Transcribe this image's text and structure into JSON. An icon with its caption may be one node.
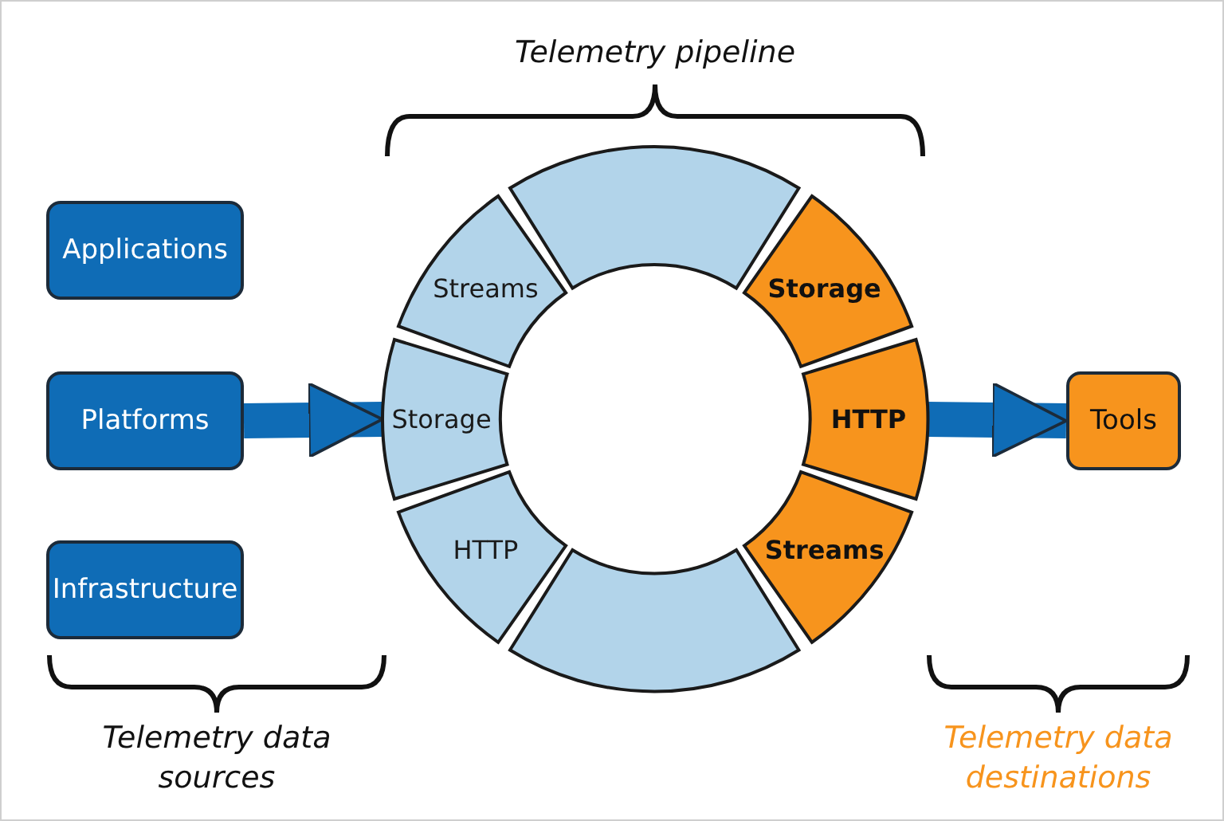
{
  "diagram": {
    "nodes": [
      {
        "text": [
          "Applications"
        ]
      },
      {
        "text": [
          "Platforms"
        ]
      },
      {
        "text": [
          "Infrastructure"
        ]
      },
      {
        "text": [
          "Streams"
        ]
      },
      {
        "text": [
          "Storage"
        ]
      },
      {
        "text": [
          "HTTP"
        ]
      },
      {
        "text": [],
        "shape": "arc"
      },
      {
        "text": [],
        "shape": "arc"
      },
      {
        "text": [
          "Storage"
        ]
      },
      {
        "text": [
          "HTTP"
        ]
      },
      {
        "text": [
          "Streams"
        ]
      },
      {
        "text": [
          "Tools"
        ]
      }
    ],
    "edges": [
      {
        "from": 1,
        "to": 4,
        "arrow": "to"
      },
      {
        "from": 9,
        "to": 11,
        "arrow": "to"
      }
    ],
    "labels": [
      "Telemetry pipeline",
      "Telemetry data sources",
      "Telemetry data destinations"
    ]
  }
}
